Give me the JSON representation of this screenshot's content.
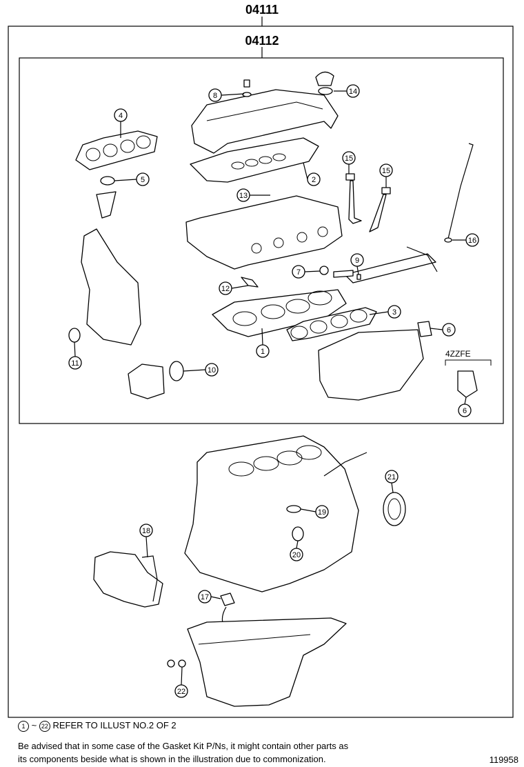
{
  "assembly": {
    "outer_code": "04111",
    "inner_code": "04112"
  },
  "callouts": [
    {
      "id": "1",
      "label": "1"
    },
    {
      "id": "2",
      "label": "2"
    },
    {
      "id": "3",
      "label": "3"
    },
    {
      "id": "4",
      "label": "4"
    },
    {
      "id": "5",
      "label": "5"
    },
    {
      "id": "6a",
      "label": "6"
    },
    {
      "id": "6b",
      "label": "6"
    },
    {
      "id": "7",
      "label": "7"
    },
    {
      "id": "8",
      "label": "8"
    },
    {
      "id": "9",
      "label": "9"
    },
    {
      "id": "10",
      "label": "10"
    },
    {
      "id": "11",
      "label": "11"
    },
    {
      "id": "12",
      "label": "12"
    },
    {
      "id": "13",
      "label": "13"
    },
    {
      "id": "14",
      "label": "14"
    },
    {
      "id": "15a",
      "label": "15"
    },
    {
      "id": "15b",
      "label": "15"
    },
    {
      "id": "16",
      "label": "16"
    },
    {
      "id": "17",
      "label": "17"
    },
    {
      "id": "18",
      "label": "18"
    },
    {
      "id": "19",
      "label": "19"
    },
    {
      "id": "20",
      "label": "20"
    },
    {
      "id": "21",
      "label": "21"
    },
    {
      "id": "22",
      "label": "22"
    }
  ],
  "engine_variant": "4ZZFE",
  "footer": {
    "ref_start": "1",
    "ref_separator": "~",
    "ref_end": "22",
    "ref_text": "REFER TO ILLUST NO.2 OF 2",
    "notice_line1": "Be advised that in some case of the Gasket Kit P/Ns,  it might contain other parts as",
    "notice_line2": "its components beside what is shown in the illustration due to commonization.",
    "illustration_number": "119958"
  }
}
